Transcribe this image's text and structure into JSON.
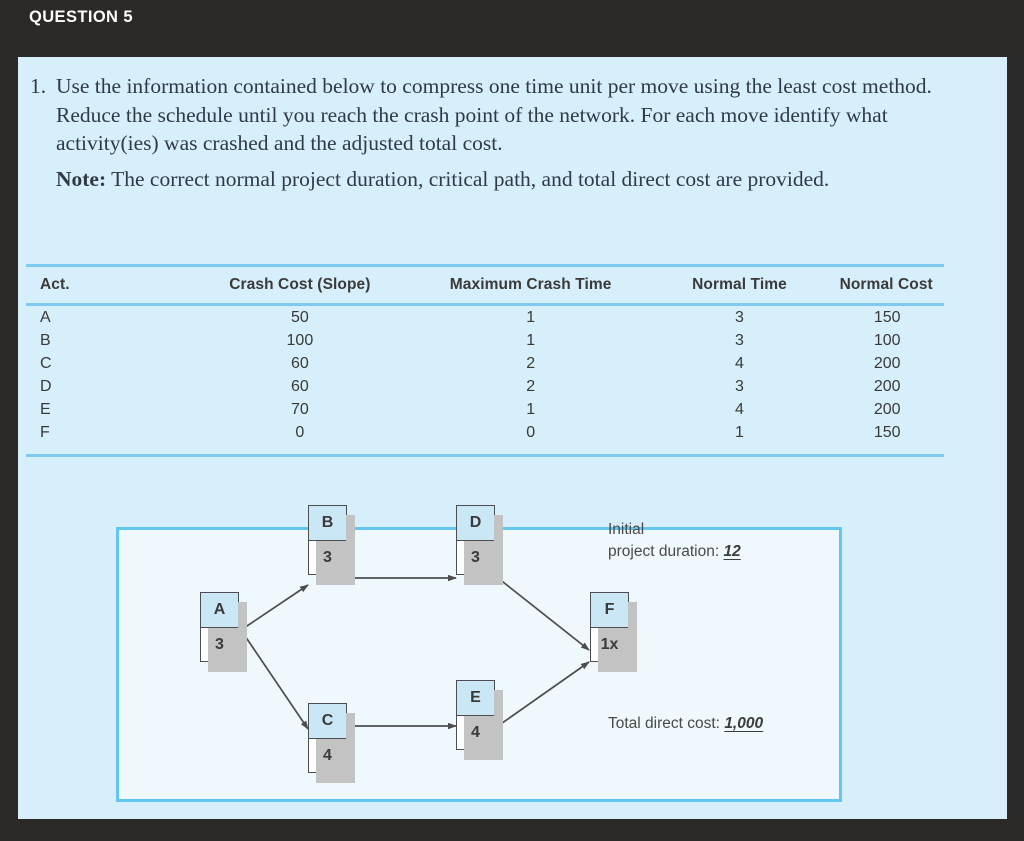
{
  "header": {
    "title": "QUESTION 5"
  },
  "prompt": {
    "number": "1.",
    "body": "Use the information contained below to compress one time unit per move using the least cost method. Reduce the schedule until you reach the crash point of the network. For each move identify what activity(ies) was crashed and the adjusted total cost.",
    "note_label": "Note:",
    "note_text": " The correct normal project duration, critical path, and total direct cost are provided."
  },
  "table": {
    "headers": [
      "Act.",
      "Crash Cost (Slope)",
      "Maximum Crash Time",
      "Normal Time",
      "Normal Cost"
    ],
    "rows": [
      {
        "act": "A",
        "slope": "50",
        "max_crash": "1",
        "normal_time": "3",
        "normal_cost": "150"
      },
      {
        "act": "B",
        "slope": "100",
        "max_crash": "1",
        "normal_time": "3",
        "normal_cost": "100"
      },
      {
        "act": "C",
        "slope": "60",
        "max_crash": "2",
        "normal_time": "4",
        "normal_cost": "200"
      },
      {
        "act": "D",
        "slope": "60",
        "max_crash": "2",
        "normal_time": "3",
        "normal_cost": "200"
      },
      {
        "act": "E",
        "slope": "70",
        "max_crash": "1",
        "normal_time": "4",
        "normal_cost": "200"
      },
      {
        "act": "F",
        "slope": "0",
        "max_crash": "0",
        "normal_time": "1",
        "normal_cost": "150"
      }
    ]
  },
  "diagram": {
    "nodes": [
      {
        "id": "A",
        "label": "A",
        "duration": "3"
      },
      {
        "id": "B",
        "label": "B",
        "duration": "3"
      },
      {
        "id": "C",
        "label": "C",
        "duration": "4"
      },
      {
        "id": "D",
        "label": "D",
        "duration": "3"
      },
      {
        "id": "E",
        "label": "E",
        "duration": "4"
      },
      {
        "id": "F",
        "label": "F",
        "duration": "1x"
      }
    ],
    "edges": [
      "A-B",
      "A-C",
      "B-D",
      "C-E",
      "D-F",
      "E-F"
    ],
    "initial_label_line1": "Initial",
    "initial_label_line2": "project duration:",
    "initial_value": "12",
    "total_cost_label": "Total direct cost:",
    "total_cost_value": "1,000"
  },
  "colors": {
    "chrome": "#2b2a28",
    "panel": "#d7eefb",
    "diagram_bg": "#eef8fd",
    "diagram_border": "#62c6ef",
    "rule": "#7ecbef",
    "node_head": "#c9e7f5"
  }
}
